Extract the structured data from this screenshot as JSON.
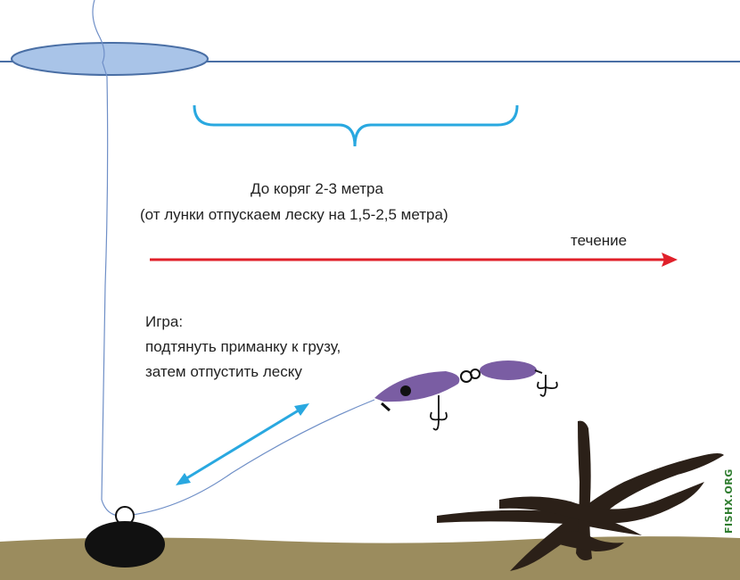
{
  "labels": {
    "distance_main": "До коряг 2-3 метра",
    "distance_note": "(от лунки отпускаем леску на 1,5-2,5 метра)",
    "current": "течение",
    "play_title": "Игра:",
    "play_step1": "подтянуть приманку к грузу,",
    "play_step2": "затем отпустить леску"
  },
  "watermark": "FISHX.ORG",
  "colors": {
    "ice_line": "#4a6fa5",
    "hole_fill": "#a9c4e8",
    "fishing_line": "#6f8fc7",
    "brace": "#29a8e0",
    "current_arrow": "#e0202a",
    "motion_arrow": "#29a8e0",
    "lure_body": "#7a5da3",
    "sinker": "#111111",
    "riverbed": "#9b8c5e",
    "snag": "#2b2018",
    "watermark": "#2f7d2f"
  },
  "icons": [
    "ice-hole-icon",
    "sinker-icon",
    "lure-icon",
    "snag-icon",
    "hook-icon"
  ]
}
